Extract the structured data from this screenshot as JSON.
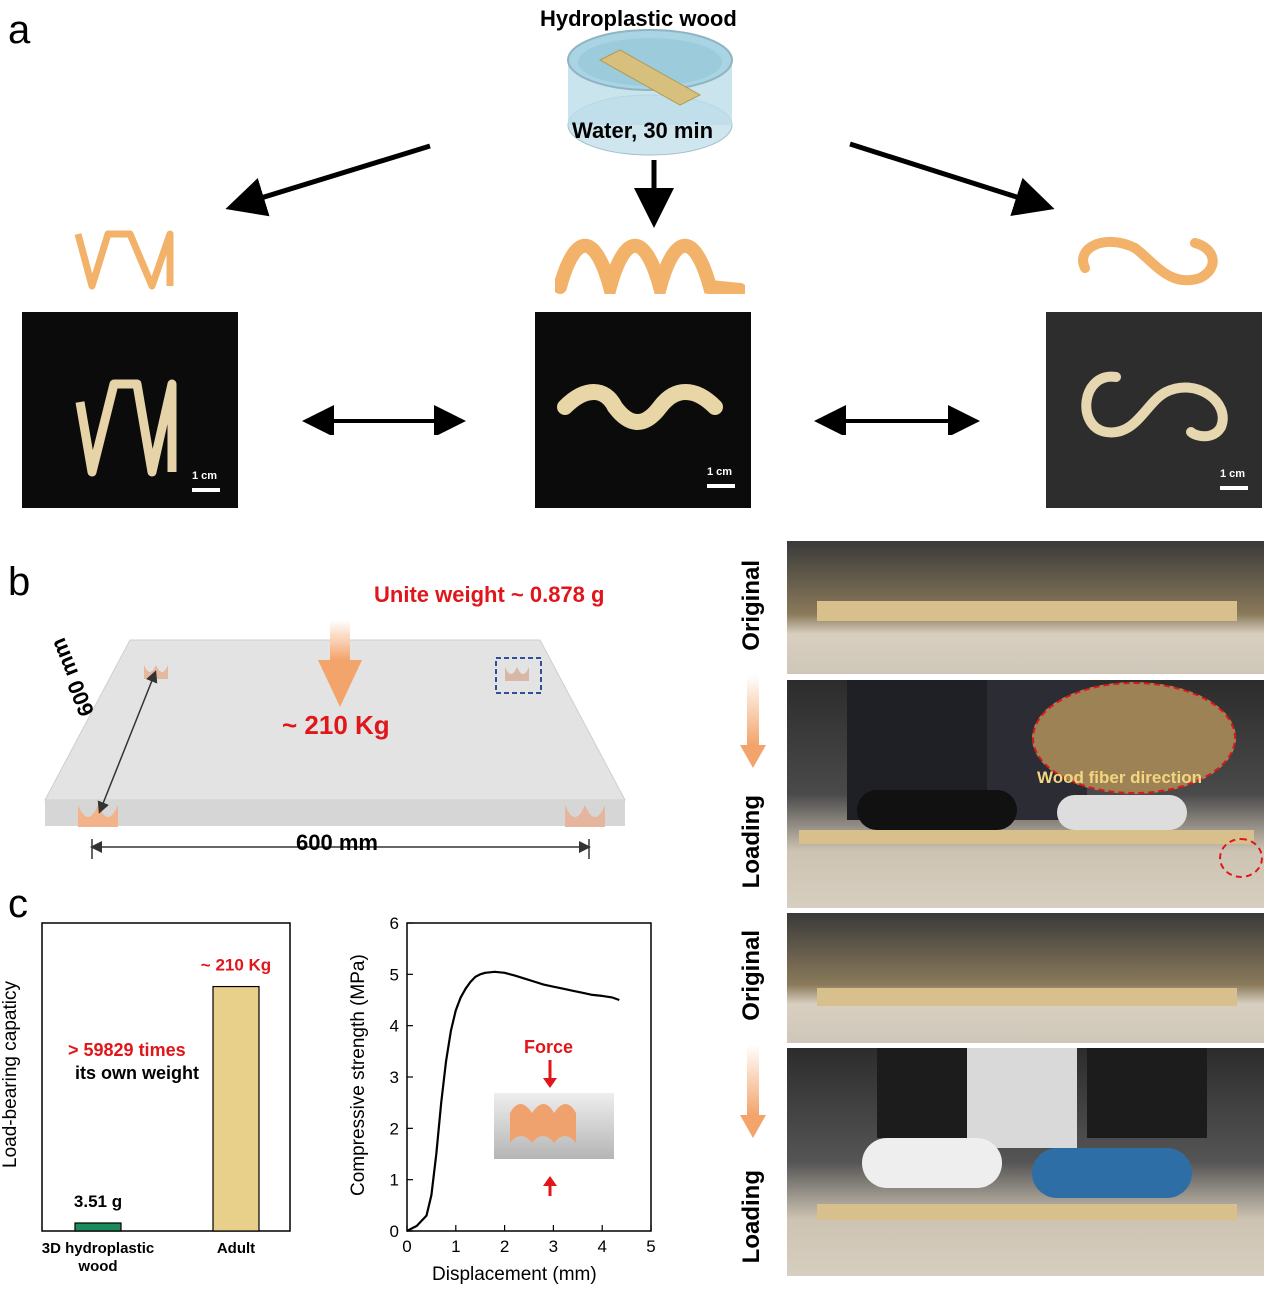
{
  "panel_a": {
    "letter": "a",
    "title": "Hydroplastic wood",
    "condition": "Water, 30 min",
    "scale_label": "1 cm"
  },
  "panel_b": {
    "letter": "b",
    "unit_weight": "Unite weight ~ 0.878 g",
    "load": "~ 210 Kg",
    "dim_diagonal": "600 mm",
    "dim_width": "600 mm",
    "photo_labels": [
      "Original",
      "Loading",
      "Original",
      "Loading"
    ],
    "inset_label": "Wood fiber direction"
  },
  "panel_c": {
    "letter": "c",
    "bar_chart": {
      "ylabel": "Load-bearing capaticy",
      "annotation_red": "> 59829 times",
      "annotation_black": "its own weight"
    },
    "line_chart": {
      "xlabel": "Displacement (mm)",
      "ylabel": "Compressive strength (MPa)",
      "inset_label": "Force"
    }
  },
  "chart_data": [
    {
      "type": "bar",
      "categories": [
        "3D hydroplastic wood",
        "Adult"
      ],
      "values": [
        3.51,
        210
      ],
      "value_labels": [
        "3.51 g",
        "~ 210 Kg"
      ],
      "colors": [
        "#1c8a5a",
        "#e8cf8a"
      ],
      "ylabel": "Load-bearing capaticy"
    },
    {
      "type": "line",
      "xlabel": "Displacement (mm)",
      "ylabel": "Compressive strength (MPa)",
      "xlim": [
        0,
        5
      ],
      "ylim": [
        0,
        6
      ],
      "xticks": [
        0,
        1,
        2,
        3,
        4,
        5
      ],
      "yticks": [
        0,
        1,
        2,
        3,
        4,
        5,
        6
      ],
      "x": [
        0,
        0.1,
        0.2,
        0.3,
        0.4,
        0.5,
        0.6,
        0.7,
        0.8,
        0.9,
        1.0,
        1.1,
        1.2,
        1.3,
        1.4,
        1.5,
        1.6,
        1.8,
        2.0,
        2.2,
        2.4,
        2.6,
        2.8,
        3.0,
        3.2,
        3.4,
        3.6,
        3.8,
        4.0,
        4.2,
        4.35
      ],
      "y": [
        0,
        0.05,
        0.1,
        0.2,
        0.3,
        0.7,
        1.5,
        2.5,
        3.3,
        3.9,
        4.3,
        4.55,
        4.72,
        4.85,
        4.95,
        5.0,
        5.03,
        5.05,
        5.03,
        4.98,
        4.92,
        4.86,
        4.8,
        4.76,
        4.72,
        4.68,
        4.64,
        4.6,
        4.58,
        4.55,
        4.5
      ]
    }
  ]
}
